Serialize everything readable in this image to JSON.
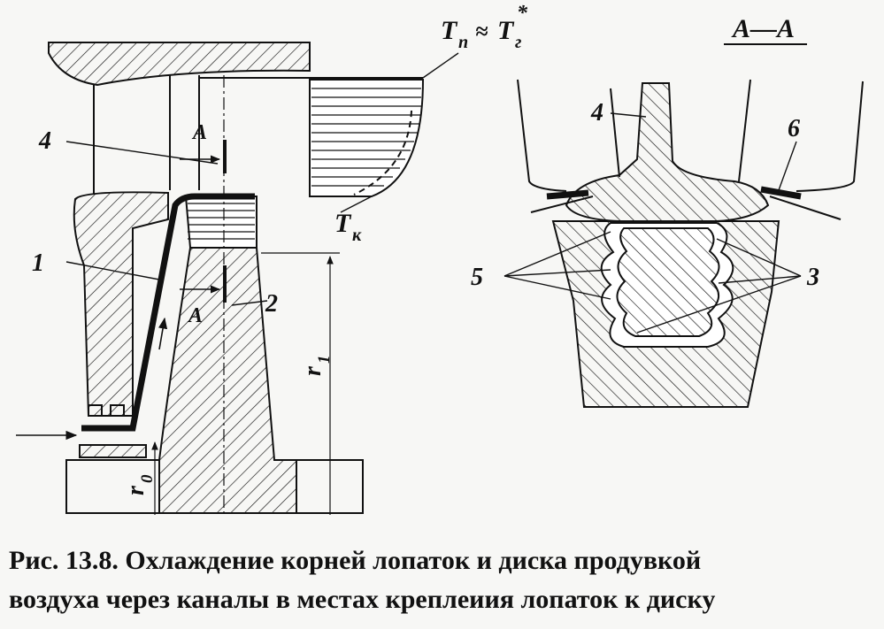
{
  "labels": {
    "label_4_left": "4",
    "label_1": "1",
    "label_2": "2",
    "label_A_top": "A",
    "label_A_bottom": "A",
    "label_r1": "r",
    "label_r1_sub": "1",
    "label_r0": "r",
    "label_r0_sub": "0",
    "label_Tk": "T",
    "label_Tk_sub": "к",
    "label_Tp": "T",
    "label_Tp_sub": "п",
    "label_approx": "≈",
    "label_Tg": "T",
    "label_Tg_sub": "г",
    "label_Tg_sup": "*",
    "section_title": "A—A",
    "label_4_right": "4",
    "label_6": "6",
    "label_5": "5",
    "label_3": "3"
  },
  "caption": {
    "line1": "Рис. 13.8. Охлаждение корней лопаток и диска продувкой",
    "line2": "воздуха через каналы в местах креплеиия лопаток к диску"
  },
  "colors": {
    "ink": "#111111",
    "paper": "#f7f7f5"
  }
}
